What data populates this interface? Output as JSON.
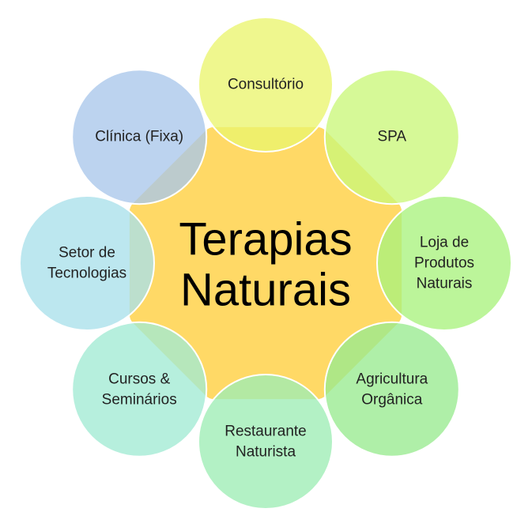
{
  "center": {
    "lines": [
      "Terapias",
      "Naturais"
    ],
    "color": "#FFD966"
  },
  "nodes": [
    {
      "key": "consultorio",
      "lines": [
        "Consultório"
      ],
      "color": "#EBF56E"
    },
    {
      "key": "spa",
      "lines": [
        "SPA"
      ],
      "color": "#CBF77A"
    },
    {
      "key": "loja",
      "lines": [
        "Loja de",
        "Produtos",
        "Naturais"
      ],
      "color": "#A9F27E"
    },
    {
      "key": "agricultura",
      "lines": [
        "Agricultura",
        "Orgânica"
      ],
      "color": "#98EB8F"
    },
    {
      "key": "restaurante",
      "lines": [
        "Restaurante",
        "Naturista"
      ],
      "color": "#9EEDB5"
    },
    {
      "key": "cursos",
      "lines": [
        "Cursos &",
        "Seminários"
      ],
      "color": "#A2EAD4"
    },
    {
      "key": "setor",
      "lines": [
        "Setor de",
        "Tecnologias"
      ],
      "color": "#A9E0EA"
    },
    {
      "key": "clinica",
      "lines": [
        "Clínica (Fixa)"
      ],
      "color": "#A9C7EA"
    }
  ]
}
